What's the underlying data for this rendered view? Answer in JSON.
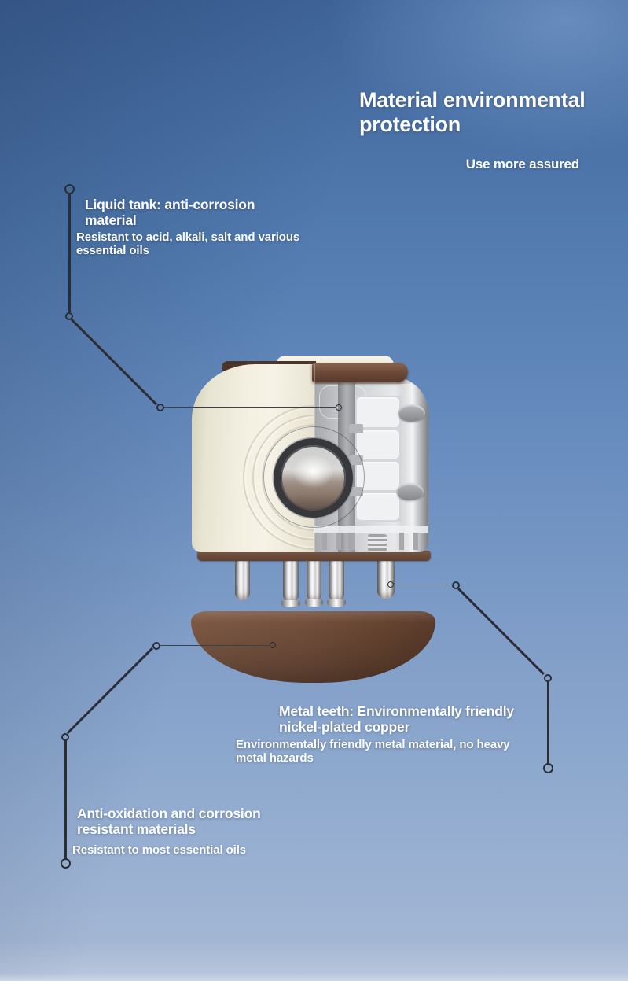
{
  "page": {
    "title_lines": [
      "Material environmental",
      "protection"
    ],
    "subtitle": "Use more assured"
  },
  "annotations": {
    "liquid_tank": {
      "heading_lines": [
        "Liquid tank: anti-corrosion",
        "material"
      ],
      "body_lines": [
        "Resistant to acid, alkali, salt and various",
        "essential oils"
      ]
    },
    "metal_teeth": {
      "heading_lines": [
        "Metal teeth: Environmentally friendly",
        "nickel-plated copper"
      ],
      "body_lines": [
        "Environmentally friendly metal material, no heavy",
        "metal hazards"
      ]
    },
    "anti_oxidation": {
      "heading_lines": [
        "Anti-oxidation and corrosion",
        "resistant materials"
      ],
      "body_lines": [
        "Resistant to most essential oils"
      ]
    }
  },
  "colors": {
    "text": "#ffffff",
    "line": "#2a2d34",
    "bg-top": "#40659a",
    "bg-bottom": "#94add0",
    "cream": "#f3f0e2",
    "brown": "#6b4837",
    "shell-gray": "#c9cbcf",
    "metal": "#e9e9eb"
  }
}
